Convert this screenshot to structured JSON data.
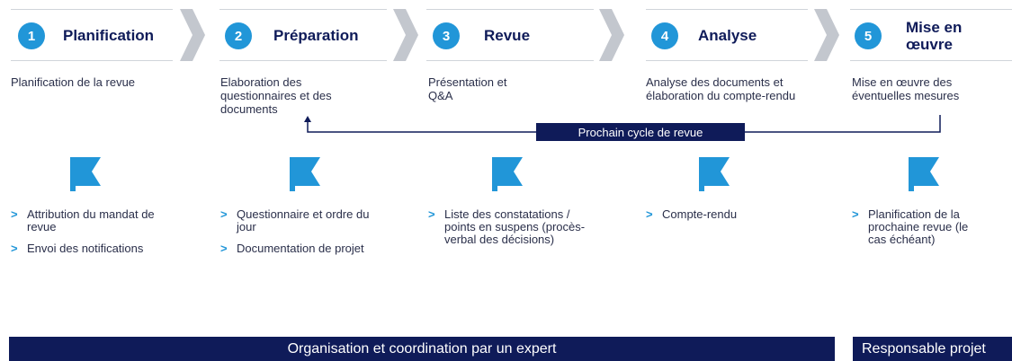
{
  "steps": [
    {
      "number": "1",
      "title": "Planification",
      "description": "Planification de la revue",
      "bullets": [
        "Attribution du mandat de revue",
        "Envoi des notifications"
      ]
    },
    {
      "number": "2",
      "title": "Préparation",
      "description": "Elaboration des questionnaires et des documents",
      "bullets": [
        "Questionnaire et ordre du jour",
        "Documentation de projet"
      ]
    },
    {
      "number": "3",
      "title": "Revue",
      "description": "Présentation et Q&A",
      "bullets": [
        "Liste des constatations / points en suspens (procès-verbal des décisions)"
      ]
    },
    {
      "number": "4",
      "title": "Analyse",
      "description": "Analyse des documents et élaboration du compte-rendu",
      "bullets": [
        "Compte-rendu"
      ]
    },
    {
      "number": "5",
      "title": "Mise en œuvre",
      "description": "Mise en œuvre des éventuelles mesures",
      "bullets": [
        "Planification de la prochaine revue (le cas échéant)"
      ]
    }
  ],
  "cycle_label": "Prochain cycle de revue",
  "bottom_bars": {
    "expert": "Organisation et coordination par un expert",
    "project_lead": "Responsable projet"
  },
  "bullet_marker": ">",
  "colors": {
    "accent": "#2196d8",
    "navy": "#0f1b59",
    "chevron": "#c3c7ce"
  }
}
